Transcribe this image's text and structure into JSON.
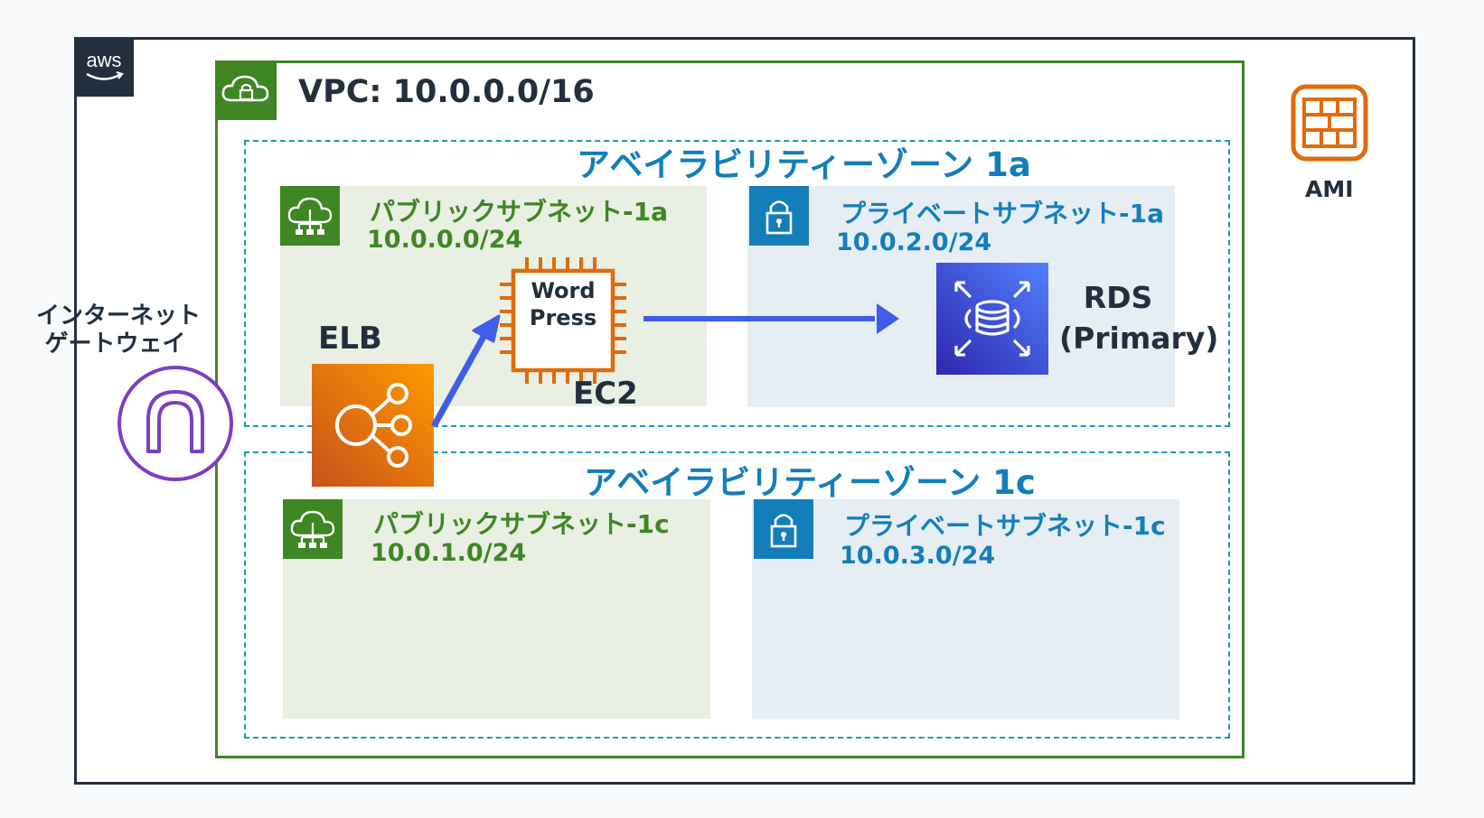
{
  "vpc": {
    "title": "VPC: 10.0.0.0/16"
  },
  "az_1a": {
    "title": "アベイラビリティーゾーン 1a"
  },
  "az_1c": {
    "title": "アベイラビリティーゾーン 1c"
  },
  "public_subnet_1a": {
    "label": "パブリックサブネット-1a",
    "cidr": "10.0.0.0/24"
  },
  "private_subnet_1a": {
    "label": "プライベートサブネット-1a",
    "cidr": "10.0.2.0/24"
  },
  "public_subnet_1c": {
    "label": "パブリックサブネット-1c",
    "cidr": "10.0.1.0/24"
  },
  "private_subnet_1c": {
    "label": "プライベートサブネット-1c",
    "cidr": "10.0.3.0/24"
  },
  "internet_gateway": {
    "label_line1": "インターネット",
    "label_line2": "ゲートウェイ"
  },
  "elb": {
    "label": "ELB"
  },
  "ec2": {
    "label": "EC2",
    "chip_line1": "Word",
    "chip_line2": "Press"
  },
  "rds": {
    "label_line1": "RDS",
    "label_line2": "(Primary)"
  },
  "ami": {
    "label": "AMI"
  },
  "logo": {
    "text": "aws"
  },
  "colors": {
    "aws_dark": "#232f3e",
    "vpc_green": "#3f8624",
    "az_blue": "#147eba",
    "ec2_orange": "#e06b0a",
    "igw_purple": "#7b3fc4",
    "arrow_blue": "#3f5de8"
  }
}
